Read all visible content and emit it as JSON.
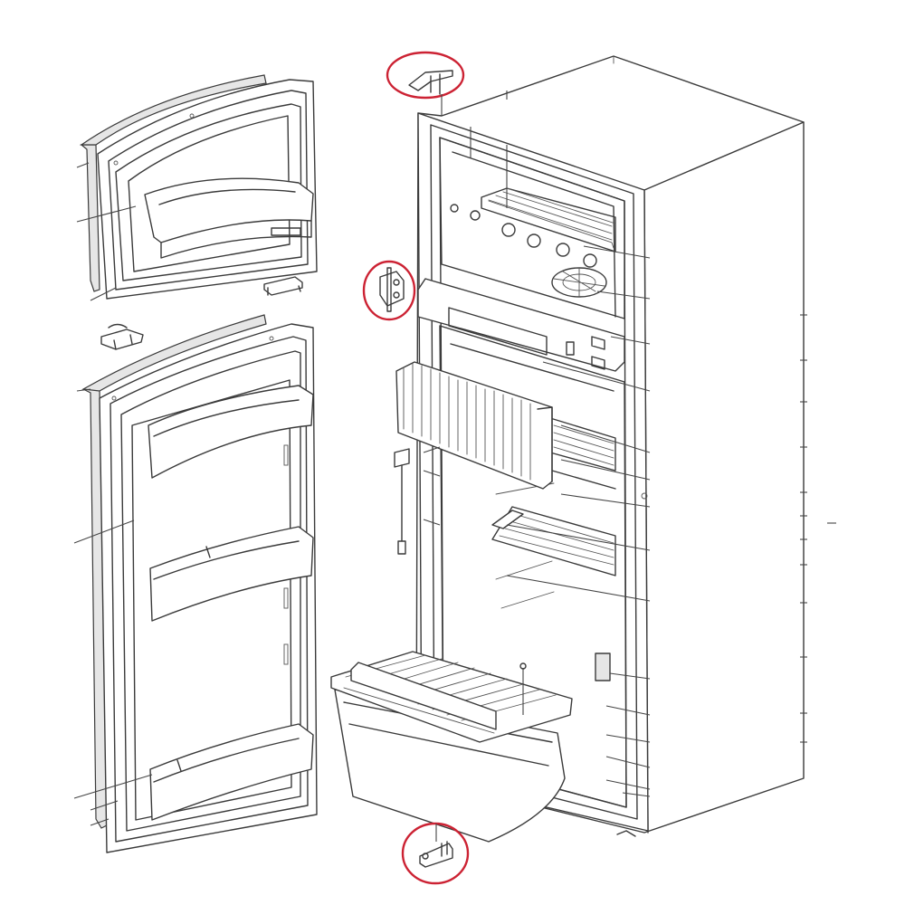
{
  "highlight_color": "#cc2233",
  "line_color": "#3a3a3a",
  "gasket_color": "#e6e6e6",
  "parts": [
    "freezer-door",
    "freezer-door-gasket",
    "freezer-door-shelf",
    "freezer-door-latch",
    "middle-hinge",
    "fridge-door",
    "fridge-door-gasket",
    "fridge-door-shelf-top",
    "fridge-door-shelf-middle",
    "fridge-door-shelf-bottom",
    "top-hinge",
    "center-hinge",
    "bottom-hinge",
    "cabinet",
    "freezer-shelf",
    "control-panel",
    "cooling-fins",
    "thermostat-sensor",
    "fridge-shelf-upper",
    "fridge-shelf-lower",
    "crisper-drawer",
    "crisper-shelf"
  ],
  "highlighted_parts": [
    "top-hinge",
    "center-hinge",
    "bottom-hinge"
  ]
}
